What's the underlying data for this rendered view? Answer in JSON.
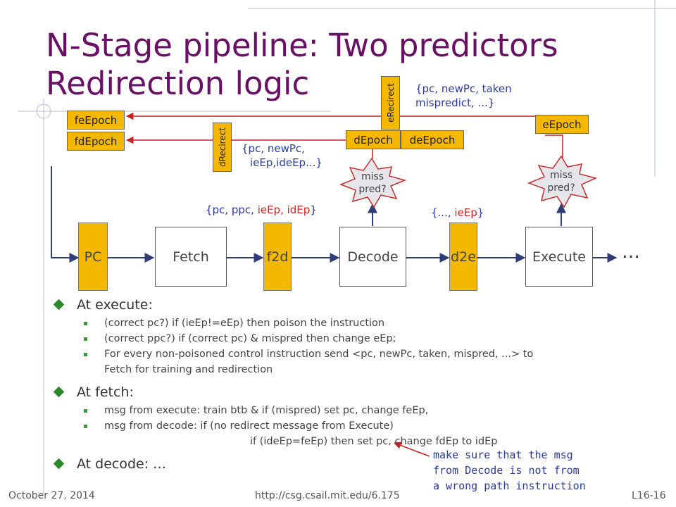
{
  "title_lines": [
    "N-Stage pipeline: Two predictors",
    "Redirection logic"
  ],
  "stages": {
    "pc": "PC",
    "fetch": "Fetch",
    "f2d": "f2d",
    "decode": "Decode",
    "d2e": "d2e",
    "execute": "Execute",
    "more": "…"
  },
  "epochs": {
    "fe": "feEpoch",
    "fd": "fdEpoch",
    "d": "dEpoch",
    "de": "deEpoch",
    "e": "eEpoch"
  },
  "redirects": {
    "e": "eRecirect",
    "d": "dRecirect"
  },
  "bursts": {
    "decode_line1": "miss",
    "decode_line2": "pred?",
    "exec_line1": "miss",
    "exec_line2": "pred?"
  },
  "messages": {
    "exec_line1": "{pc, newPc, taken",
    "exec_line2": "mispredict, ...}",
    "dec_line1": "{pc, newPc,",
    "dec_line2": "ieEp,ideEp...}",
    "f2d_open": "{pc, ppc, ",
    "f2d_red": "ieEp, idEp",
    "f2d_close": "}",
    "d2e_open": "{..., ",
    "d2e_red": "ieEp",
    "d2e_close": "}"
  },
  "bullets": {
    "execute_heading": "At execute:",
    "execute_items": [
      "(correct pc?) if (ieEp!=eEp) then poison the instruction",
      "(correct ppc?) if (correct pc) & mispred then change eEp;",
      "For every non-poisoned control instruction send <pc, newPc, taken, mispred, ...> to",
      "Fetch for training and redirection"
    ],
    "fetch_heading": "At fetch:",
    "fetch_items": [
      "msg from execute: train btb & if (mispred) set pc, change feEp,",
      "msg from decode: if (no redirect message from Execute)",
      "if (ideEp=feEp) then set pc, change fdEp to  idEp"
    ],
    "decode_heading": "At decode: …"
  },
  "annotation": [
    "make sure that the msg",
    "from Decode is not from",
    "a wrong path instruction"
  ],
  "footer": {
    "date": "October 27, 2014",
    "url": "http://csg.csail.mit.edu/6.175",
    "slide": "L16-16"
  },
  "colors": {
    "title": "#6a0f66",
    "register": "#f5b800",
    "arrow": "#cc2020",
    "highlight": "#e02020",
    "burst": "#e6e6ea"
  }
}
